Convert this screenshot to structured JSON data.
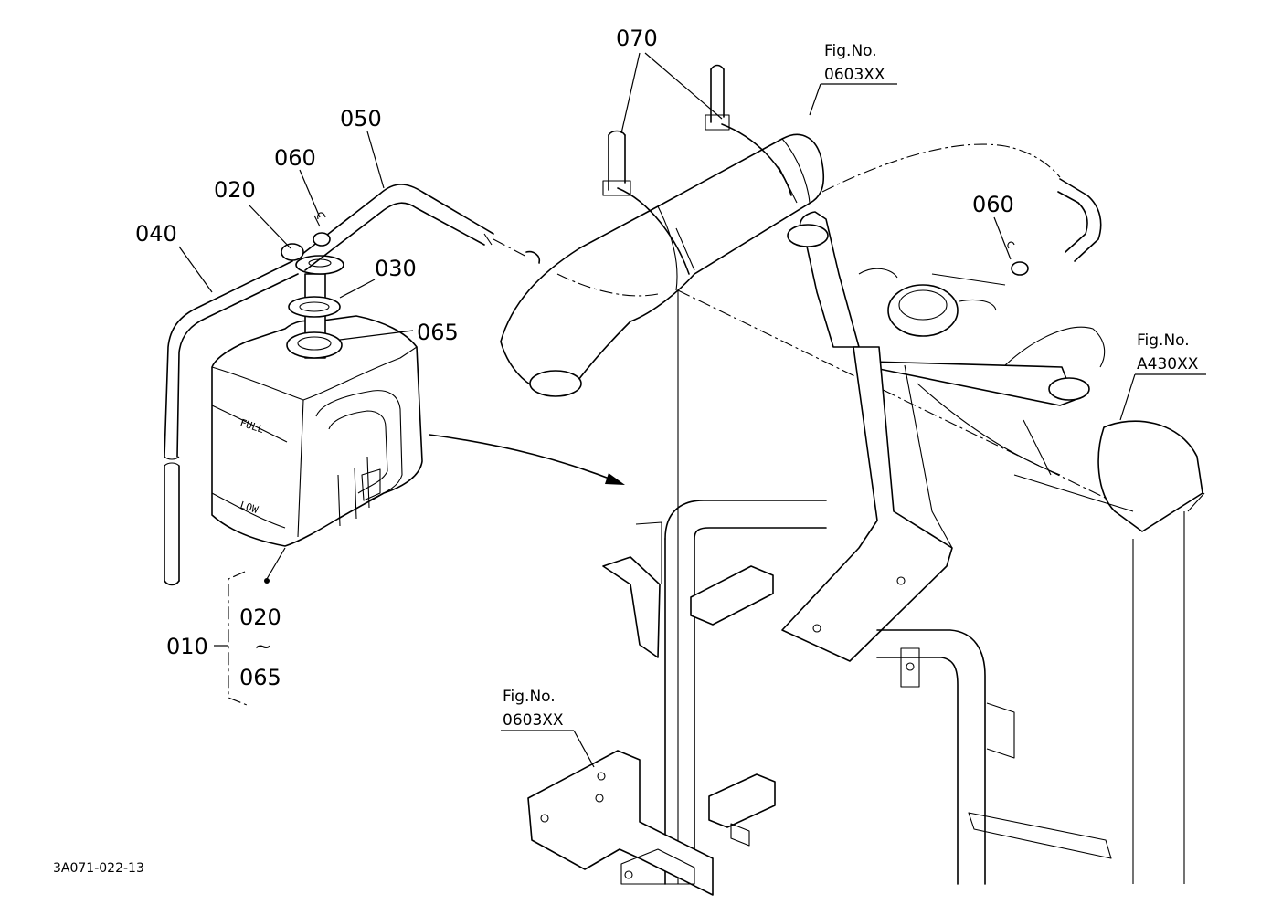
{
  "diagram": {
    "callouts": {
      "c070": "070",
      "c050": "050",
      "c060_left": "060",
      "c020_top": "020",
      "c040": "040",
      "c030": "030",
      "c065_top": "065",
      "c060_right": "060",
      "c010": "010",
      "c020_range": "020",
      "range_sep": "~",
      "c065_range": "065"
    },
    "fig_refs": [
      {
        "label": "Fig.No.",
        "number": "0603XX"
      },
      {
        "label": "Fig.No.",
        "number": "A430XX"
      },
      {
        "label": "Fig.No.",
        "number": "0603XX"
      }
    ],
    "tank_marks": {
      "full": "FULL",
      "low": "LOW"
    },
    "drawing_code": "3A071-022-13"
  }
}
